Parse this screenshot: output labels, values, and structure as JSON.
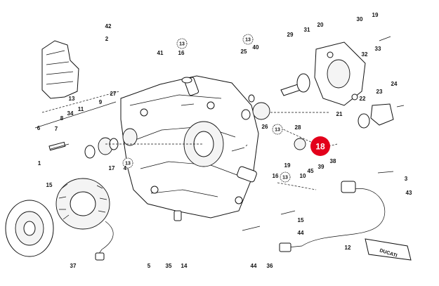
{
  "diagram": {
    "callouts": [
      {
        "id": "42",
        "text": "42"
      },
      {
        "id": "2",
        "text": "2"
      },
      {
        "id": "13a",
        "text": "13"
      },
      {
        "id": "41",
        "text": "41"
      },
      {
        "id": "16a",
        "text": "16"
      },
      {
        "id": "25",
        "text": "25"
      },
      {
        "id": "40",
        "text": "40"
      },
      {
        "id": "29",
        "text": "29"
      },
      {
        "id": "31",
        "text": "31"
      },
      {
        "id": "20",
        "text": "20"
      },
      {
        "id": "19a",
        "text": "19"
      },
      {
        "id": "30",
        "text": "30"
      },
      {
        "id": "32",
        "text": "32"
      },
      {
        "id": "33",
        "text": "33"
      },
      {
        "id": "34",
        "text": "34"
      },
      {
        "id": "11",
        "text": "11"
      },
      {
        "id": "9",
        "text": "9"
      },
      {
        "id": "27",
        "text": "27"
      },
      {
        "id": "8",
        "text": "8"
      },
      {
        "id": "6",
        "text": "6"
      },
      {
        "id": "7",
        "text": "7"
      },
      {
        "id": "26",
        "text": "26"
      },
      {
        "id": "28",
        "text": "28"
      },
      {
        "id": "21",
        "text": "21"
      },
      {
        "id": "22",
        "text": "22"
      },
      {
        "id": "23",
        "text": "23"
      },
      {
        "id": "24",
        "text": "24"
      },
      {
        "id": "17",
        "text": "17"
      },
      {
        "id": "4",
        "text": "4"
      },
      {
        "id": "1",
        "text": "1"
      },
      {
        "id": "15a",
        "text": "15"
      },
      {
        "id": "19b",
        "text": "19"
      },
      {
        "id": "16b",
        "text": "16"
      },
      {
        "id": "10",
        "text": "10"
      },
      {
        "id": "45",
        "text": "45"
      },
      {
        "id": "39",
        "text": "39"
      },
      {
        "id": "38",
        "text": "38"
      },
      {
        "id": "3",
        "text": "3"
      },
      {
        "id": "43",
        "text": "43"
      },
      {
        "id": "15b",
        "text": "15"
      },
      {
        "id": "44a",
        "text": "44"
      },
      {
        "id": "37",
        "text": "37"
      },
      {
        "id": "5",
        "text": "5"
      },
      {
        "id": "35",
        "text": "35"
      },
      {
        "id": "14",
        "text": "14"
      },
      {
        "id": "44b",
        "text": "44"
      },
      {
        "id": "36",
        "text": "36"
      },
      {
        "id": "12",
        "text": "12"
      }
    ],
    "ref_badges": [
      {
        "id": "r1",
        "text": "13"
      },
      {
        "id": "r2",
        "text": "13"
      },
      {
        "id": "r3",
        "text": "13"
      },
      {
        "id": "r4",
        "text": "13"
      },
      {
        "id": "r5",
        "text": "13"
      }
    ],
    "highlight": {
      "text": "18",
      "color": "#e3001b"
    },
    "tube_brand": "DUCATI"
  }
}
